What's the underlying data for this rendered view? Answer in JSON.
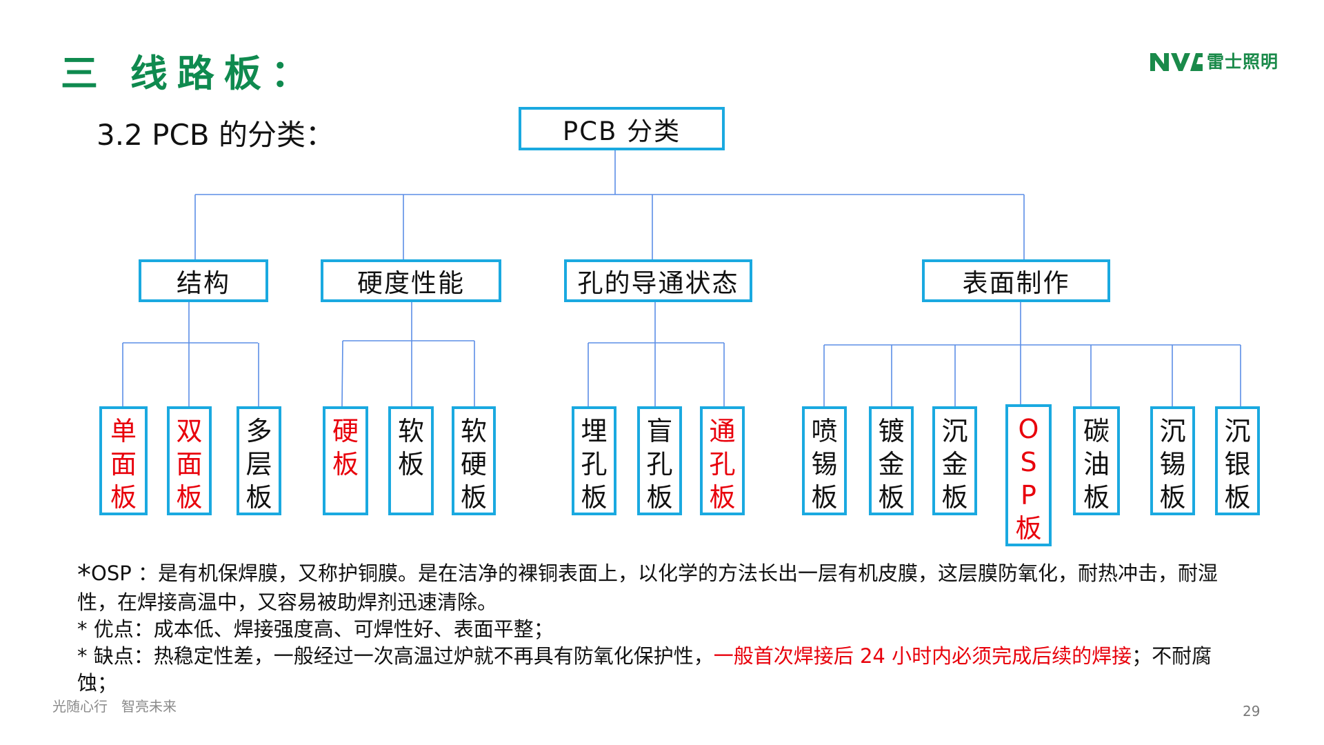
{
  "header": {
    "title": "三 线路板：",
    "subtitle": "3.2 PCB 的分类：",
    "logo_text": "雷士照明",
    "logo_mark": "NVC"
  },
  "colors": {
    "title_green": "#0f8a4f",
    "box_border": "#1aa9e0",
    "connector": "#5b8ee6",
    "highlight_red": "#e8000b"
  },
  "tree": {
    "root": "PCB 分类",
    "categories": [
      {
        "label": "结构",
        "children": [
          {
            "label": "单面板",
            "highlight": true
          },
          {
            "label": "双面板",
            "highlight": true
          },
          {
            "label": "多层板",
            "highlight": false
          }
        ]
      },
      {
        "label": "硬度性能",
        "children": [
          {
            "label": "硬板",
            "highlight": true
          },
          {
            "label": "软板",
            "highlight": false
          },
          {
            "label": "软硬板",
            "highlight": false
          }
        ]
      },
      {
        "label": "孔的导通状态",
        "children": [
          {
            "label": "埋孔板",
            "highlight": false
          },
          {
            "label": "盲孔板",
            "highlight": false
          },
          {
            "label": "通孔板",
            "highlight": true
          }
        ]
      },
      {
        "label": "表面制作",
        "children": [
          {
            "label": "喷锡板",
            "highlight": false
          },
          {
            "label": "镀金板",
            "highlight": false
          },
          {
            "label": "沉金板",
            "highlight": false
          },
          {
            "label": "OSP板",
            "highlight": true
          },
          {
            "label": "碳油板",
            "highlight": false
          },
          {
            "label": "沉锡板",
            "highlight": false
          },
          {
            "label": "沉银板",
            "highlight": false
          }
        ]
      }
    ]
  },
  "notes": {
    "osp_star": "*",
    "osp_line1": "OSP ：是有机保焊膜，又称护铜膜。是在洁净的裸铜表面上，以化学的方法长出一层有机皮膜，这层膜防氧化，耐热冲击，耐湿性，在焊接高温中，又容易被助焊剂迅速清除。",
    "pros": "* 优点：成本低、焊接强度高、可焊性好、表面平整；",
    "cons_prefix": "* 缺点：热稳定性差，一般经过一次高温过炉就不再具有防氧化保护性，",
    "cons_highlight": "一般首次焊接后 24 小时内必须完成后续的焊接",
    "cons_suffix": "；不耐腐蚀；"
  },
  "footer": {
    "slogan": "光随心行　智亮未来",
    "page_number": "29"
  }
}
